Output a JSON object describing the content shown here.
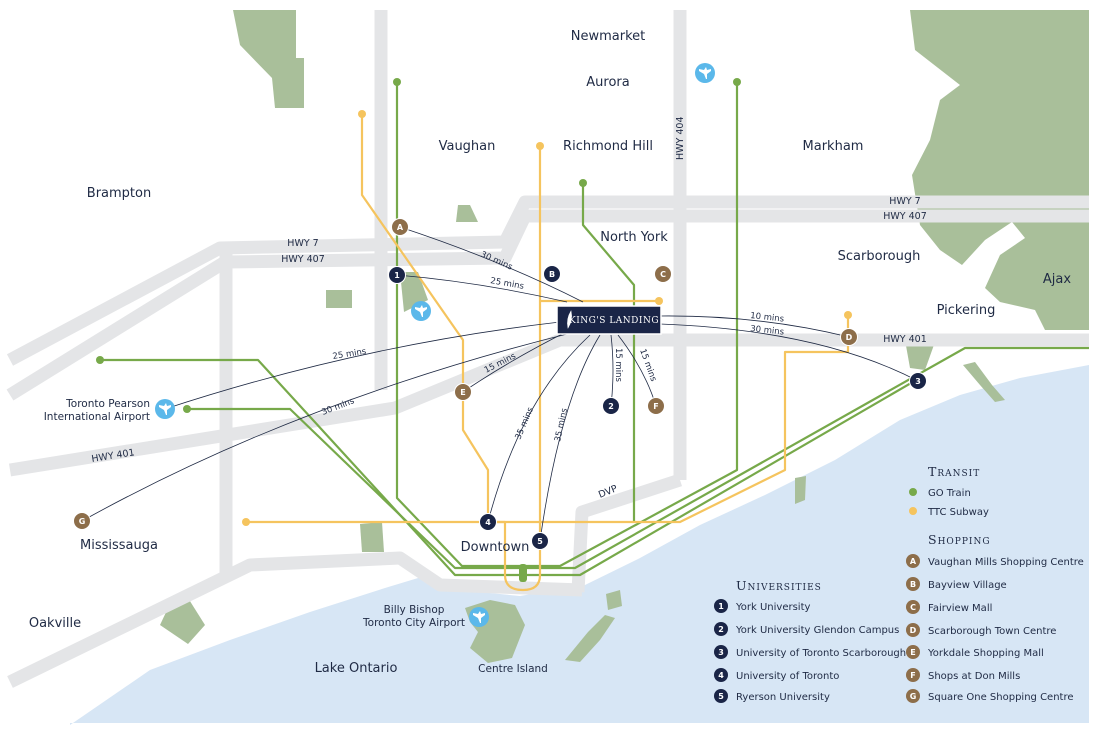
{
  "colors": {
    "go_train": "#77a94a",
    "ttc_subway": "#f5c45e",
    "university": "#1a2547",
    "shopping": "#8d6e4a",
    "airport": "#5bb8ea",
    "water": "#d7e6f5",
    "green": "#a9bf9a",
    "road": "#e4e5e7",
    "route_line": "#1f2a44"
  },
  "brand": {
    "name": "KING'S LANDING"
  },
  "places": {
    "newmarket": "Newmarket",
    "aurora": "Aurora",
    "vaughan": "Vaughan",
    "richmond_hill": "Richmond Hill",
    "markham": "Markham",
    "brampton": "Brampton",
    "north_york": "North York",
    "scarborough": "Scarborough",
    "pickering": "Pickering",
    "ajax": "Ajax",
    "mississauga": "Mississauga",
    "downtown": "Downtown",
    "oakville": "Oakville",
    "lake_ontario": "Lake Ontario",
    "centre_island": "Centre Island",
    "pearson_line1": "Toronto Pearson",
    "pearson_line2": "International Airport",
    "billy_line1": "Billy Bishop",
    "billy_line2": "Toronto City Airport"
  },
  "highways": {
    "hwy7_west": "HWY 7",
    "hwy407_west": "HWY 407",
    "hwy7_east": "HWY 7",
    "hwy407_east": "HWY 407",
    "hwy404": "HWY 404",
    "hwy401_west": "HWY 401",
    "hwy401_east": "HWY 401",
    "dvp": "DVP"
  },
  "routes": [
    {
      "id": "A",
      "label": "30 mins"
    },
    {
      "id": "1",
      "label": "25 mins"
    },
    {
      "id": "pearson",
      "label": "25 mins"
    },
    {
      "id": "E",
      "label": "15 mins"
    },
    {
      "id": "G",
      "label": "30 mins"
    },
    {
      "id": "4",
      "label": "35 mins"
    },
    {
      "id": "5",
      "label": "35 mins"
    },
    {
      "id": "2",
      "label": "15 mins"
    },
    {
      "id": "F",
      "label": "15 mins"
    },
    {
      "id": "D",
      "label": "10 mins"
    },
    {
      "id": "3",
      "label": "30 mins"
    }
  ],
  "markers": {
    "u1": "1",
    "u2": "2",
    "u3": "3",
    "u4": "4",
    "u5": "5",
    "sA": "A",
    "sB": "B",
    "sC": "C",
    "sD": "D",
    "sE": "E",
    "sF": "F",
    "sG": "G"
  },
  "legend": {
    "transit": {
      "title": "Transit",
      "items": [
        {
          "label": "GO Train"
        },
        {
          "label": "TTC Subway"
        }
      ]
    },
    "universities": {
      "title": "Universities",
      "items": [
        {
          "key": "1",
          "label": "York University"
        },
        {
          "key": "2",
          "label": "York University Glendon Campus"
        },
        {
          "key": "3",
          "label": "University of Toronto Scarborough"
        },
        {
          "key": "4",
          "label": "University of Toronto"
        },
        {
          "key": "5",
          "label": "Ryerson University"
        }
      ]
    },
    "shopping": {
      "title": "Shopping",
      "items": [
        {
          "key": "A",
          "label": "Vaughan Mills Shopping Centre"
        },
        {
          "key": "B",
          "label": "Bayview Village"
        },
        {
          "key": "C",
          "label": "Fairview Mall"
        },
        {
          "key": "D",
          "label": "Scarborough Town Centre"
        },
        {
          "key": "E",
          "label": "Yorkdale Shopping Mall"
        },
        {
          "key": "F",
          "label": "Shops at Don Mills"
        },
        {
          "key": "G",
          "label": "Square One Shopping Centre"
        }
      ]
    }
  }
}
